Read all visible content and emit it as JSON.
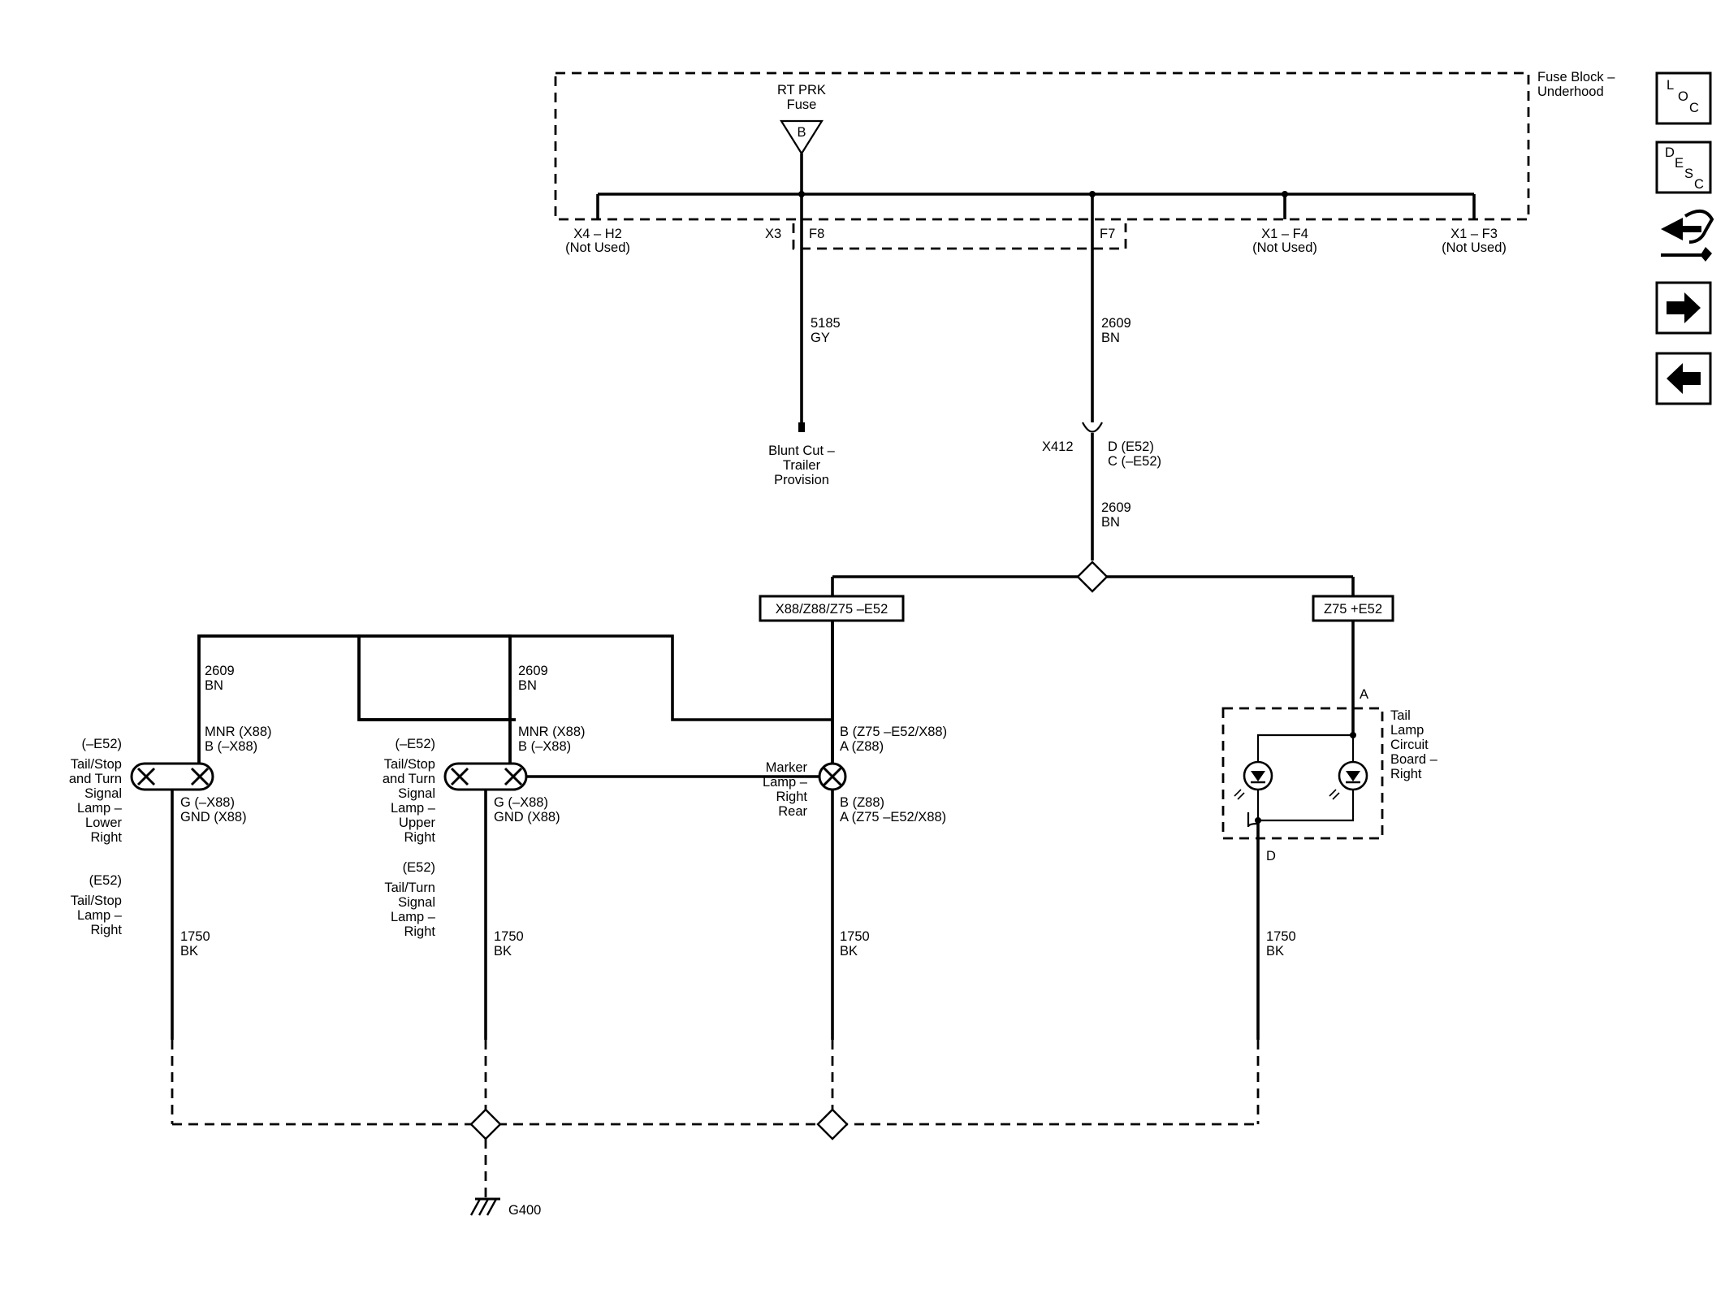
{
  "fuse_block": {
    "label_line1": "Fuse Block –",
    "label_line2": "Underhood"
  },
  "fuse": {
    "name_line1": "RT PRK",
    "name_line2": "Fuse",
    "pin": "B"
  },
  "connectors": {
    "x4_h2": {
      "id": "X4 – H2",
      "note": "(Not Used)"
    },
    "x3": {
      "id": "X3"
    },
    "f8": {
      "id": "F8"
    },
    "f7": {
      "id": "F7"
    },
    "x1_f4": {
      "id": "X1 – F4",
      "note": "(Not Used)"
    },
    "x1_f3": {
      "id": "X1 – F3",
      "note": "(Not Used)"
    },
    "x412": {
      "id": "X412",
      "pin_line1": "D (E52)",
      "pin_line2": "C (–E52)"
    }
  },
  "wires": {
    "w5185": {
      "num": "5185",
      "color": "GY"
    },
    "w2609_top": {
      "num": "2609",
      "color": "BN"
    },
    "w2609_mid": {
      "num": "2609",
      "color": "BN"
    },
    "w2609_left": {
      "num": "2609",
      "color": "BN"
    },
    "w2609_second": {
      "num": "2609",
      "color": "BN"
    },
    "w1750_a": {
      "num": "1750",
      "color": "BK"
    },
    "w1750_b": {
      "num": "1750",
      "color": "BK"
    },
    "w1750_c": {
      "num": "1750",
      "color": "BK"
    },
    "w1750_d": {
      "num": "1750",
      "color": "BK"
    }
  },
  "blunt_cut": {
    "line1": "Blunt Cut –",
    "line2": "Trailer",
    "line3": "Provision"
  },
  "options": {
    "left": "X88/Z88/Z75 –E52",
    "right": "Z75 +E52"
  },
  "lamps": {
    "lower": {
      "top_pin1": "MNR (X88)",
      "top_pin2": "B (–X88)",
      "bot_pin1": "G (–X88)",
      "bot_pin2": "GND (X88)",
      "opt1": "(–E52)",
      "name1": [
        "Tail/Stop",
        "and Turn",
        "Signal",
        "Lamp –",
        "Lower",
        "Right"
      ],
      "opt2": "(E52)",
      "name2": [
        "Tail/Stop",
        "Lamp –",
        "Right"
      ]
    },
    "upper": {
      "top_pin1": "MNR (X88)",
      "top_pin2": "B (–X88)",
      "bot_pin1": "G (–X88)",
      "bot_pin2": "GND (X88)",
      "opt1": "(–E52)",
      "name1": [
        "Tail/Stop",
        "and Turn",
        "Signal",
        "Lamp –",
        "Upper",
        "Right"
      ],
      "opt2": "(E52)",
      "name2": [
        "Tail/Turn",
        "Signal",
        "Lamp –",
        "Right"
      ]
    },
    "marker": {
      "top_pin1": "B (Z75 –E52/X88)",
      "top_pin2": "A (Z88)",
      "bot_pin1": "B (Z88)",
      "bot_pin2": "A (Z75 –E52/X88)",
      "name": [
        "Marker",
        "Lamp –",
        "Right",
        "Rear"
      ]
    },
    "board": {
      "pin_top": "A",
      "pin_bottom": "D",
      "name": [
        "Tail",
        "Lamp",
        "Circuit",
        "Board –",
        "Right"
      ]
    }
  },
  "ground": {
    "label": "G400"
  },
  "nav_buttons": {
    "loc": [
      "L",
      "O",
      "C"
    ],
    "desc": [
      "D",
      "E",
      "S",
      "C"
    ]
  },
  "icons": {
    "connector_nav": "connector-wrench-icon",
    "forward": "arrow-right-icon",
    "back": "arrow-left-icon"
  }
}
